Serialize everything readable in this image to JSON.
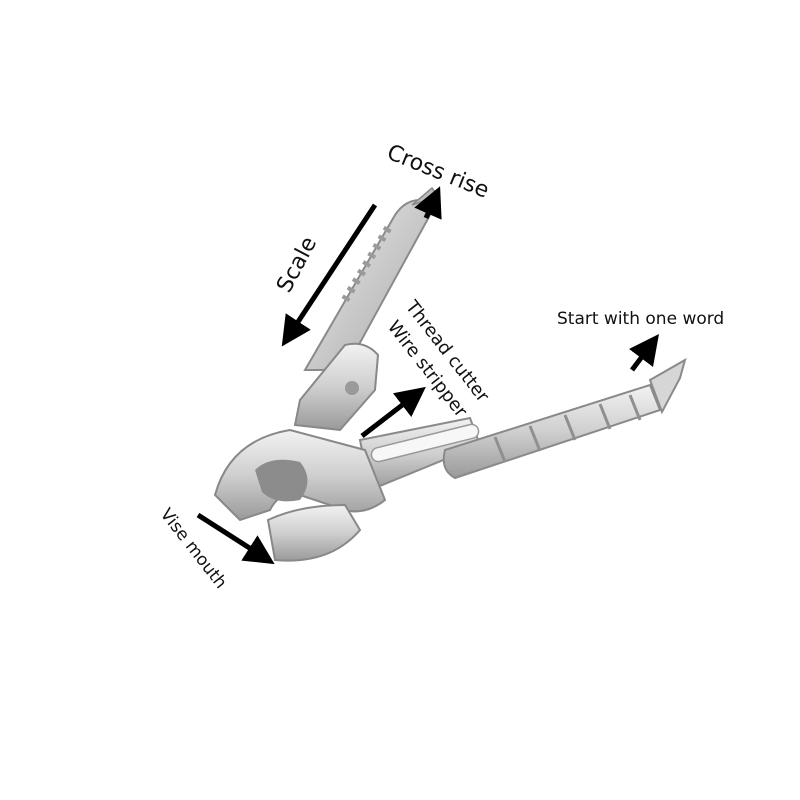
{
  "annotations": {
    "cross_rise": "Cross rise",
    "scale": "Scale",
    "thread_cutter": "Thread cutter",
    "wire_stripper": "Wire stripper",
    "start_with_one_word": "Start with one word",
    "vise_mouth": "Vise mouth"
  },
  "colors": {
    "background": "#ffffff",
    "steel_light": "#e6e6e6",
    "steel_mid": "#bdbdbd",
    "steel_dark": "#8a8a8a",
    "arrow": "#000000"
  }
}
